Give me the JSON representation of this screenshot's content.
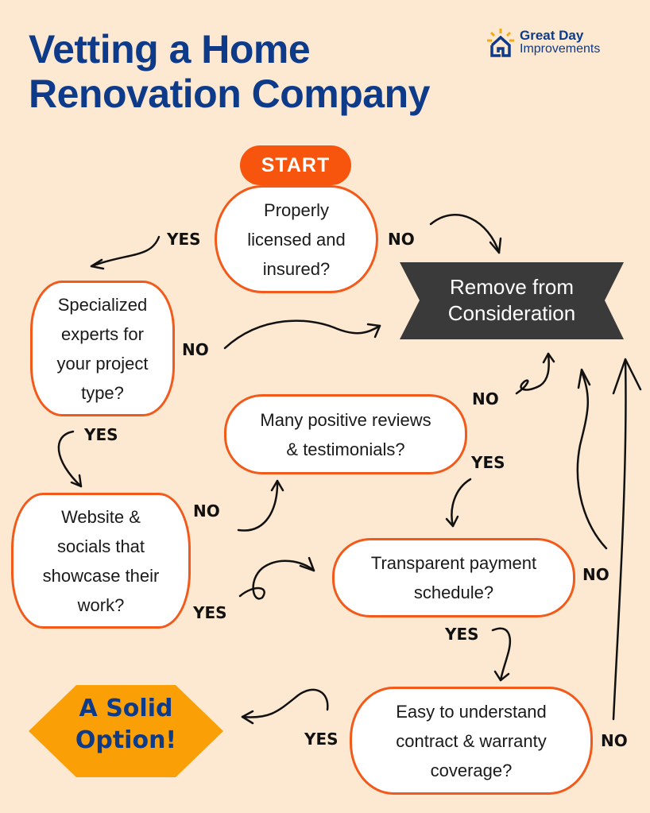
{
  "title": {
    "line1": "Vetting a Home",
    "line2": "Renovation Company"
  },
  "logo": {
    "icon": "house-sun-icon",
    "line1": "Great Day",
    "line2": "Improvements"
  },
  "colors": {
    "background": "#fde9d1",
    "navy": "#0e3a8a",
    "orange": "#f15a1a",
    "start": "#f7540e",
    "remove": "#3a3a3a",
    "solid": "#fb9f06"
  },
  "start": {
    "label": "START"
  },
  "nodes": {
    "licensed": "Properly\nlicensed and\ninsured?",
    "specialized": "Specialized\nexperts for\nyour project\ntype?",
    "website": "Website &\nsocials that\nshowcase their\nwork?",
    "reviews": "Many positive reviews\n& testimonials?",
    "payment": "Transparent payment\nschedule?",
    "contract": "Easy to understand\ncontract & warranty\ncoverage?"
  },
  "outcomes": {
    "remove": {
      "line1": "Remove from",
      "line2": "Consideration"
    },
    "solid": {
      "line1": "A Solid",
      "line2": "Option!"
    }
  },
  "edge_labels": {
    "licensed_yes": "YES",
    "licensed_no": "NO",
    "specialized_no": "NO",
    "specialized_yes": "YES",
    "website_no": "NO",
    "website_yes": "YES",
    "reviews_no": "NO",
    "reviews_yes": "YES",
    "payment_no": "NO",
    "payment_yes": "YES",
    "contract_yes": "YES",
    "contract_no": "NO"
  }
}
